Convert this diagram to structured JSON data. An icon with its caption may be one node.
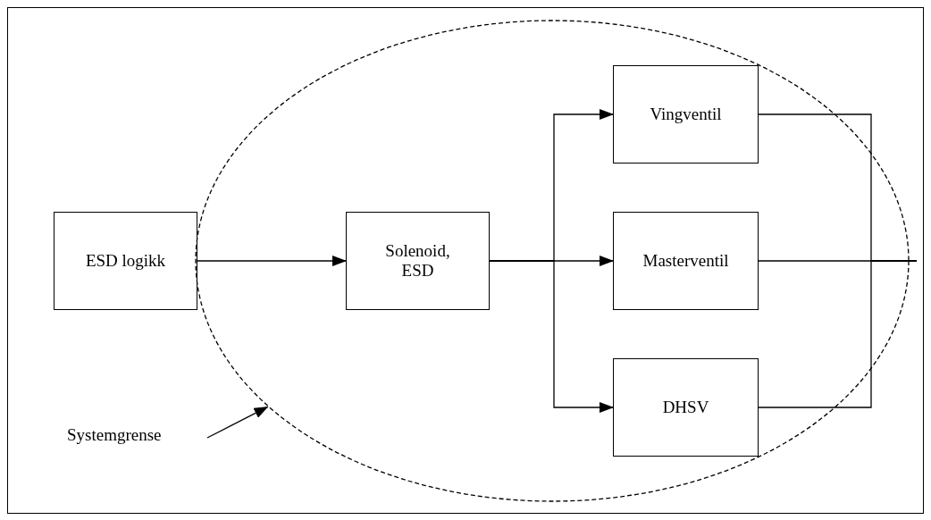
{
  "diagram": {
    "nodes": [
      {
        "text": [
          "ESD logikk"
        ]
      },
      {
        "text": [],
        "shape": "ellipse"
      },
      {
        "text": [
          "Solenoid, ESD"
        ],
        "in": 1
      },
      {
        "text": [
          "Vingventil"
        ],
        "in": 1
      },
      {
        "text": [
          "Masterventil"
        ],
        "in": 1
      },
      {
        "text": [
          "DHSV"
        ],
        "in": 1
      },
      {
        "text": [
          "Systemgrense"
        ]
      }
    ],
    "edges": [
      {
        "from": 0,
        "to": 2,
        "arrow": "to"
      },
      {
        "from": 2,
        "to": 3,
        "arrow": "to"
      },
      {
        "from": 2,
        "to": 4,
        "arrow": "to"
      },
      {
        "from": 2,
        "to": 5,
        "arrow": "to"
      },
      {
        "from": 3,
        "to": null,
        "arrow": "none"
      },
      {
        "from": 4,
        "to": null,
        "arrow": "none"
      },
      {
        "from": 5,
        "to": null,
        "arrow": "none"
      },
      {
        "from": 6,
        "to": 1,
        "arrow": "to"
      }
    ]
  }
}
